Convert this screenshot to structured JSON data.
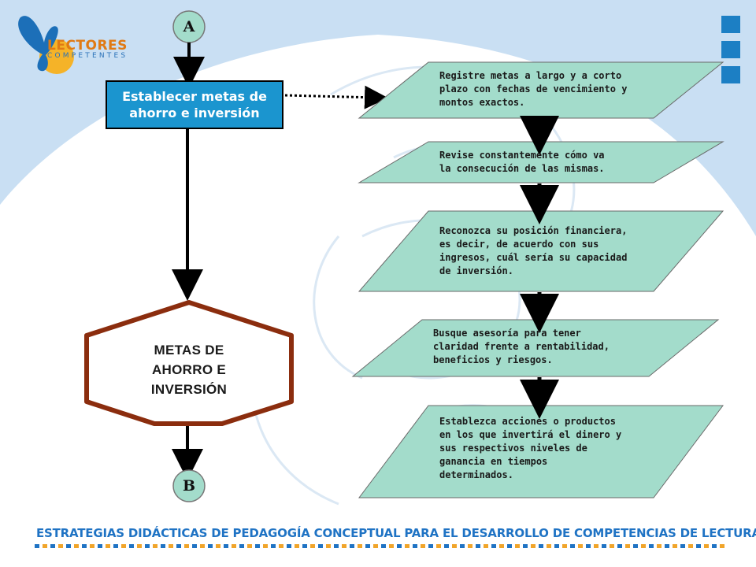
{
  "brand": {
    "logo_main": "LECTORES",
    "logo_sub": "COMPETENTES",
    "colors": {
      "butterfly": "#1c6fb8",
      "sun": "#f5b328",
      "orange_text": "#e07a14",
      "blue_text": "#2a72b8",
      "corner_squares": "#1c7fc4",
      "background_arc": "#c9dff3"
    }
  },
  "connectors": {
    "top": "A",
    "bottom": "B"
  },
  "main_box": {
    "label": "Establecer metas de ahorro e inversión",
    "fill": "#1b95cf"
  },
  "hexagon": {
    "label_lines": [
      "METAS DE",
      "AHORRO E",
      "INVERSIÓN"
    ],
    "stroke": "#8b2d0e"
  },
  "steps": [
    {
      "text": "Registre metas a largo y a corto\nplazo con fechas de vencimiento y\nmontos exactos."
    },
    {
      "text": "Revise constantemente cómo va\nla consecución de las mismas."
    },
    {
      "text": "Reconozca su posición financiera,\nes decir, de acuerdo con sus\ningresos, cuál sería su capacidad\nde inversión."
    },
    {
      "text": "Busque asesoría para tener\nclaridad frente a rentabilidad,\nbeneficios y riesgos."
    },
    {
      "text": "Establezca acciones o productos\nen los que invertirá el dinero y\nsus respectivos niveles de\nganancia en tiempos\ndeterminados."
    }
  ],
  "step_fill": "#a3dccb",
  "footer": {
    "title": "ESTRATEGIAS DIDÁCTICAS DE PEDAGOGÍA CONCEPTUAL PARA EL DESARROLLO DE COMPETENCIAS DE LECTURA",
    "dot_colors": [
      "#1f73c4",
      "#f1a52a"
    ]
  }
}
